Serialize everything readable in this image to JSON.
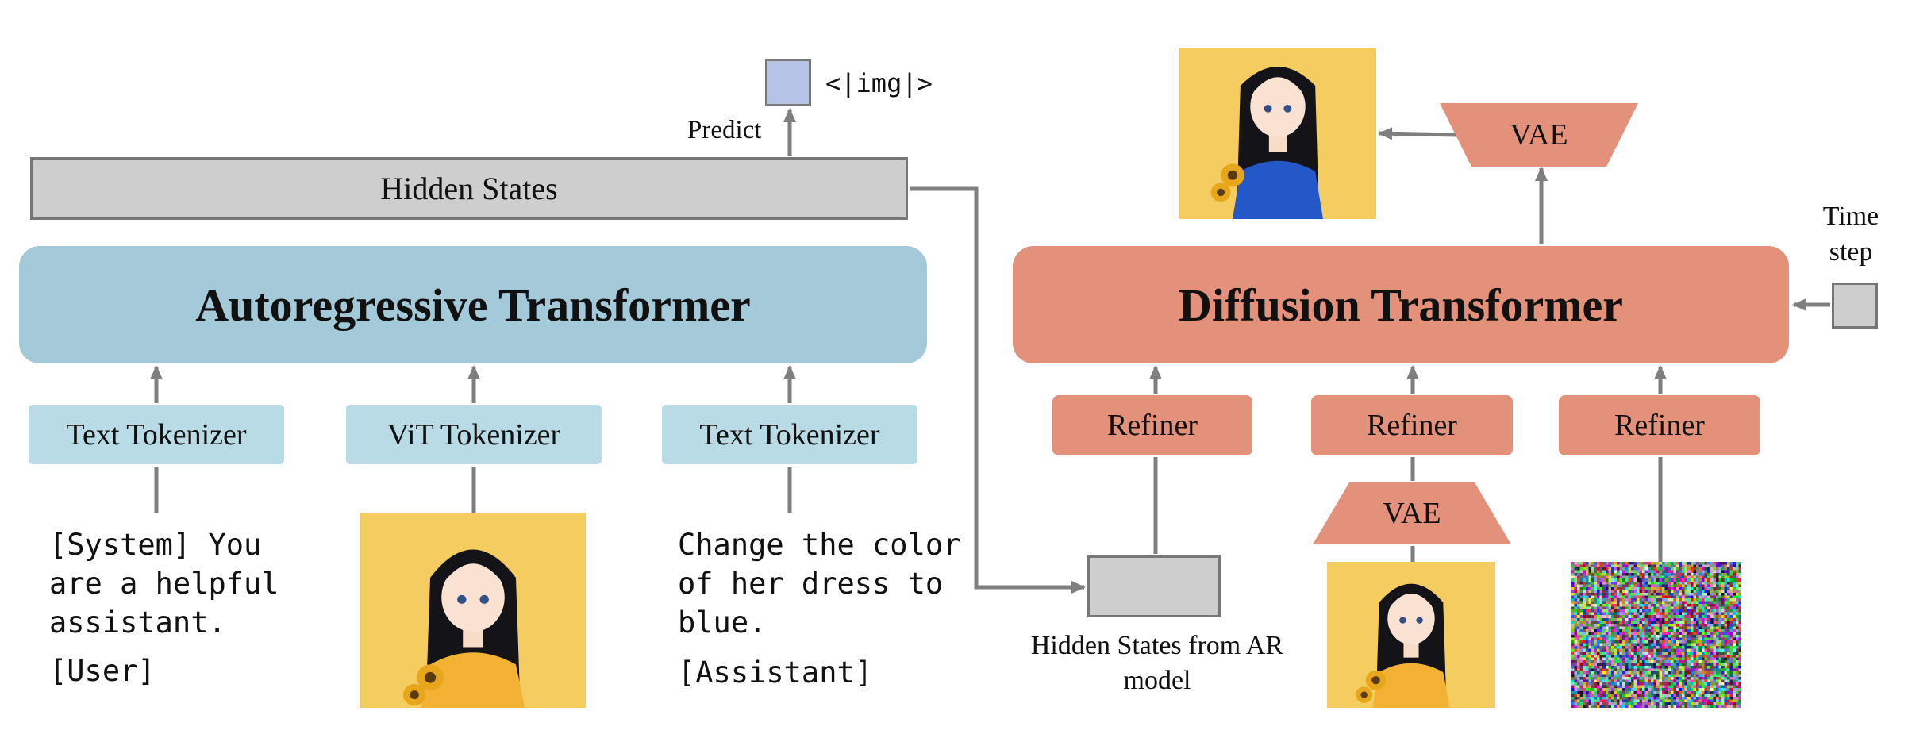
{
  "ar": {
    "hidden_states": "Hidden States",
    "transformer": "Autoregressive Transformer",
    "tokenizers": [
      "Text Tokenizer",
      "ViT Tokenizer",
      "Text Tokenizer"
    ],
    "system_text": "[System] You are a helpful assistant.",
    "user_text": "[User]",
    "edit_text": "Change the color of her dress to blue.",
    "assistant_text": "[Assistant]",
    "img_token": "<|img|>",
    "predict": "Predict"
  },
  "diffusion": {
    "transformer": "Diffusion Transformer",
    "refiners": [
      "Refiner",
      "Refiner",
      "Refiner"
    ],
    "vae_top": "VAE",
    "vae_bottom": "VAE",
    "ar_states_label": "Hidden States from AR model",
    "timestep_label": "Time step"
  },
  "colors": {
    "ar_blue": "#a4c9d8",
    "tokenizer_blue": "#b9dbe5",
    "diffusion_salmon": "#e3917b",
    "hidden_gray": "#cfcecf",
    "token_blue": "#b5c4e6",
    "dress_orange": "#f3b233",
    "dress_blue": "#2458c8"
  },
  "images": {
    "input": "girl-orange-dress-illustration",
    "output": "girl-blue-dress-illustration",
    "vae_input": "girl-orange-dress-illustration",
    "noise": "random-noise-image"
  }
}
